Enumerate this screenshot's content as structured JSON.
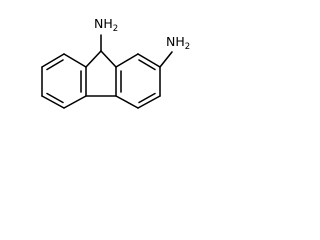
{
  "molecule": {
    "atom_labels": [
      {
        "symbol": "N",
        "hydrogen_subscript": "H",
        "count": "2"
      },
      {
        "symbol": "N",
        "hydrogen_subscript": "H",
        "count": "2"
      }
    ],
    "colors": {
      "background": "#ffffff",
      "bond": "#000000",
      "label": "#000000"
    }
  }
}
